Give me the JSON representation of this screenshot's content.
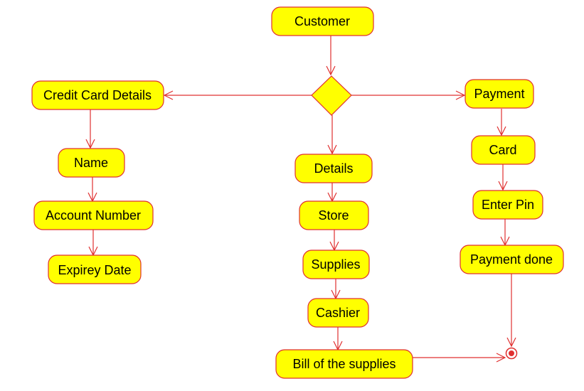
{
  "diagram": {
    "type": "activity-diagram",
    "colors": {
      "node_fill": "#ffff00",
      "node_stroke": "#e03030",
      "edge": "#e03030",
      "text": "#000000"
    },
    "nodes": {
      "customer": "Customer",
      "credit_card_details": "Credit Card Details",
      "name": "Name",
      "account_number": "Account Number",
      "expiry_date": "Expirey Date",
      "details": "Details",
      "store": "Store",
      "supplies": "Supplies",
      "cashier": "Cashier",
      "bill": "Bill of the supplies",
      "payment": "Payment",
      "card": "Card",
      "enter_pin": "Enter Pin",
      "payment_done": "Payment done"
    }
  }
}
